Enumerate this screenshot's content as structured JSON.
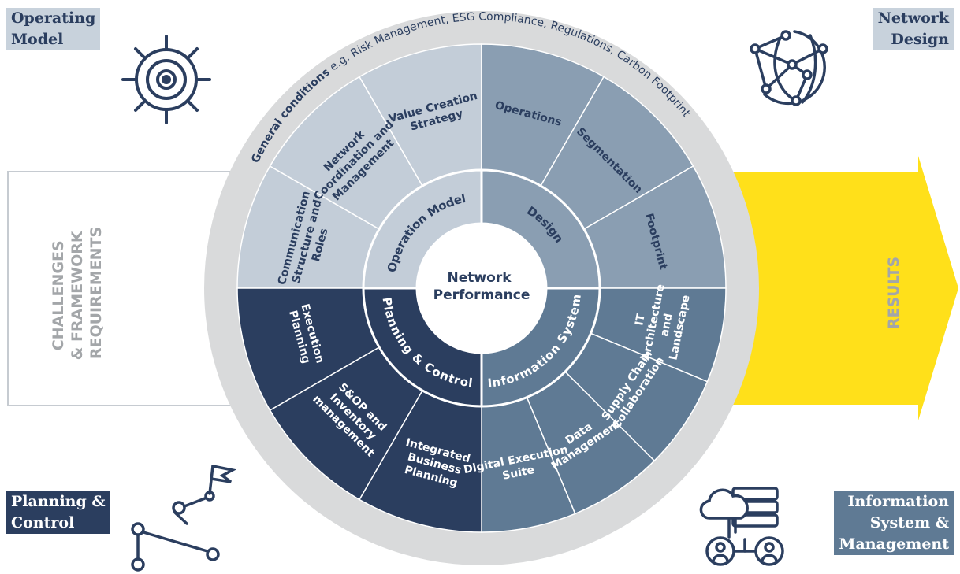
{
  "corner_labels": {
    "operating_model": [
      "Operating",
      "Model"
    ],
    "network_design": [
      "Network",
      "Design"
    ],
    "planning_control": [
      "Planning &",
      "Control"
    ],
    "information_system": [
      "Information",
      "System &",
      "Management"
    ]
  },
  "left_arrow_text": [
    "CHALLENGES",
    "& FRAMEWORK",
    "REQUIREMENTS"
  ],
  "right_arrow_text": "RESULTS",
  "ring_label_bold": "General conditions",
  "ring_label_rest": " e.g. Risk Management, ESG Compliance, Regulations, Carbon Footprint",
  "center": [
    "Network",
    "Performance"
  ],
  "quadrants": [
    {
      "label": "Operation Model",
      "segments": [
        [
          "Communication",
          "Structure and",
          "Roles"
        ],
        [
          "Network",
          "Coordination and",
          "Management"
        ],
        [
          "Value Creation",
          "Strategy"
        ]
      ]
    },
    {
      "label": "Design",
      "segments": [
        [
          "Operations"
        ],
        [
          "Segmentation"
        ],
        [
          "Footprint"
        ]
      ]
    },
    {
      "label": "Information System",
      "segments": [
        [
          "IT",
          "Architecture",
          "and",
          "Landscape"
        ],
        [
          "Supply Chain",
          "Collaboration"
        ],
        [
          "Data",
          "Management"
        ],
        [
          "Digital Execution",
          "Suite"
        ]
      ]
    },
    {
      "label": "Planning & Control",
      "segments": [
        [
          "Integrated",
          "Business",
          "Planning"
        ],
        [
          "S&OP and",
          "Inventory",
          "management"
        ],
        [
          "Execution",
          "Planning"
        ]
      ]
    }
  ],
  "colors": {
    "operation_model": "#c3cdd8",
    "design": "#8a9eb2",
    "information_system": "#5f7a94",
    "planning_control": "#2b3e5f",
    "ring": "#d9dadb",
    "results_arrow": "#ffe01a",
    "label_dark": "#2b3e5f"
  },
  "icons": [
    "ship-wheel-icon",
    "globe-network-icon",
    "route-flag-icon",
    "cloud-server-users-icon"
  ]
}
